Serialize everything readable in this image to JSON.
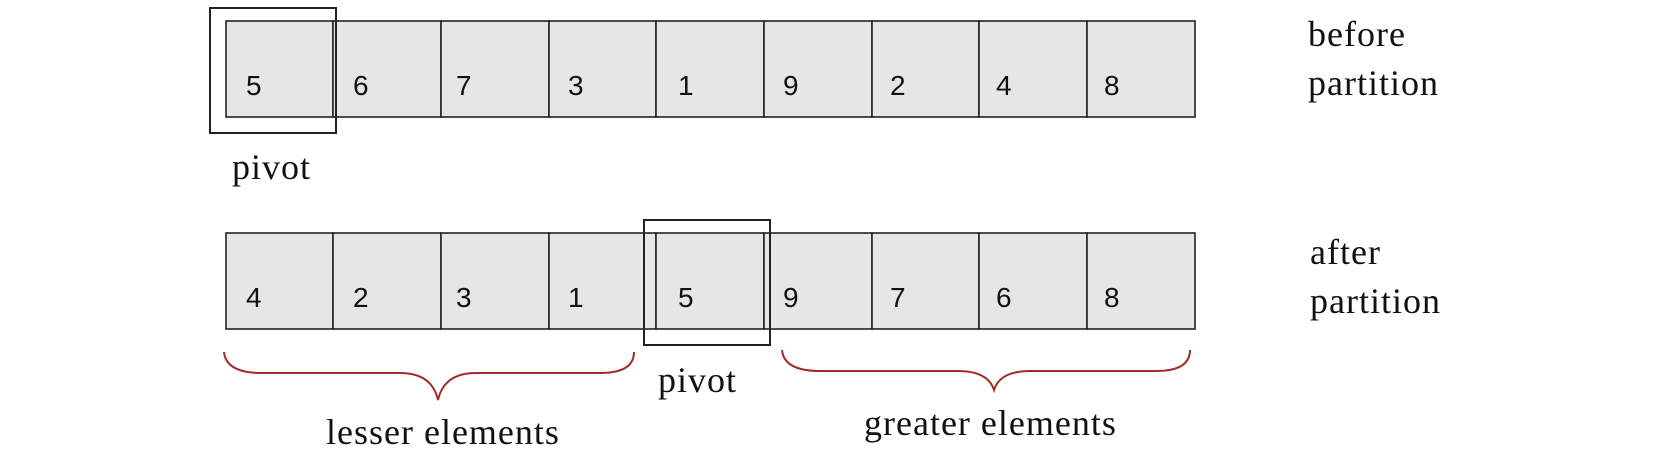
{
  "before_row": {
    "values": [
      "5",
      "6",
      "7",
      "3",
      "1",
      "9",
      "2",
      "4",
      "8"
    ],
    "label_line1": "before",
    "label_line2": "partition",
    "pivot_label": "pivot"
  },
  "after_row": {
    "values": [
      "4",
      "2",
      "3",
      "1",
      "5",
      "9",
      "7",
      "6",
      "8"
    ],
    "label_line1": "after",
    "label_line2": "partition",
    "pivot_label": "pivot"
  },
  "braces": {
    "lesser_label": "lesser elements",
    "greater_label": "greater elements",
    "color": "#a02b2b"
  }
}
